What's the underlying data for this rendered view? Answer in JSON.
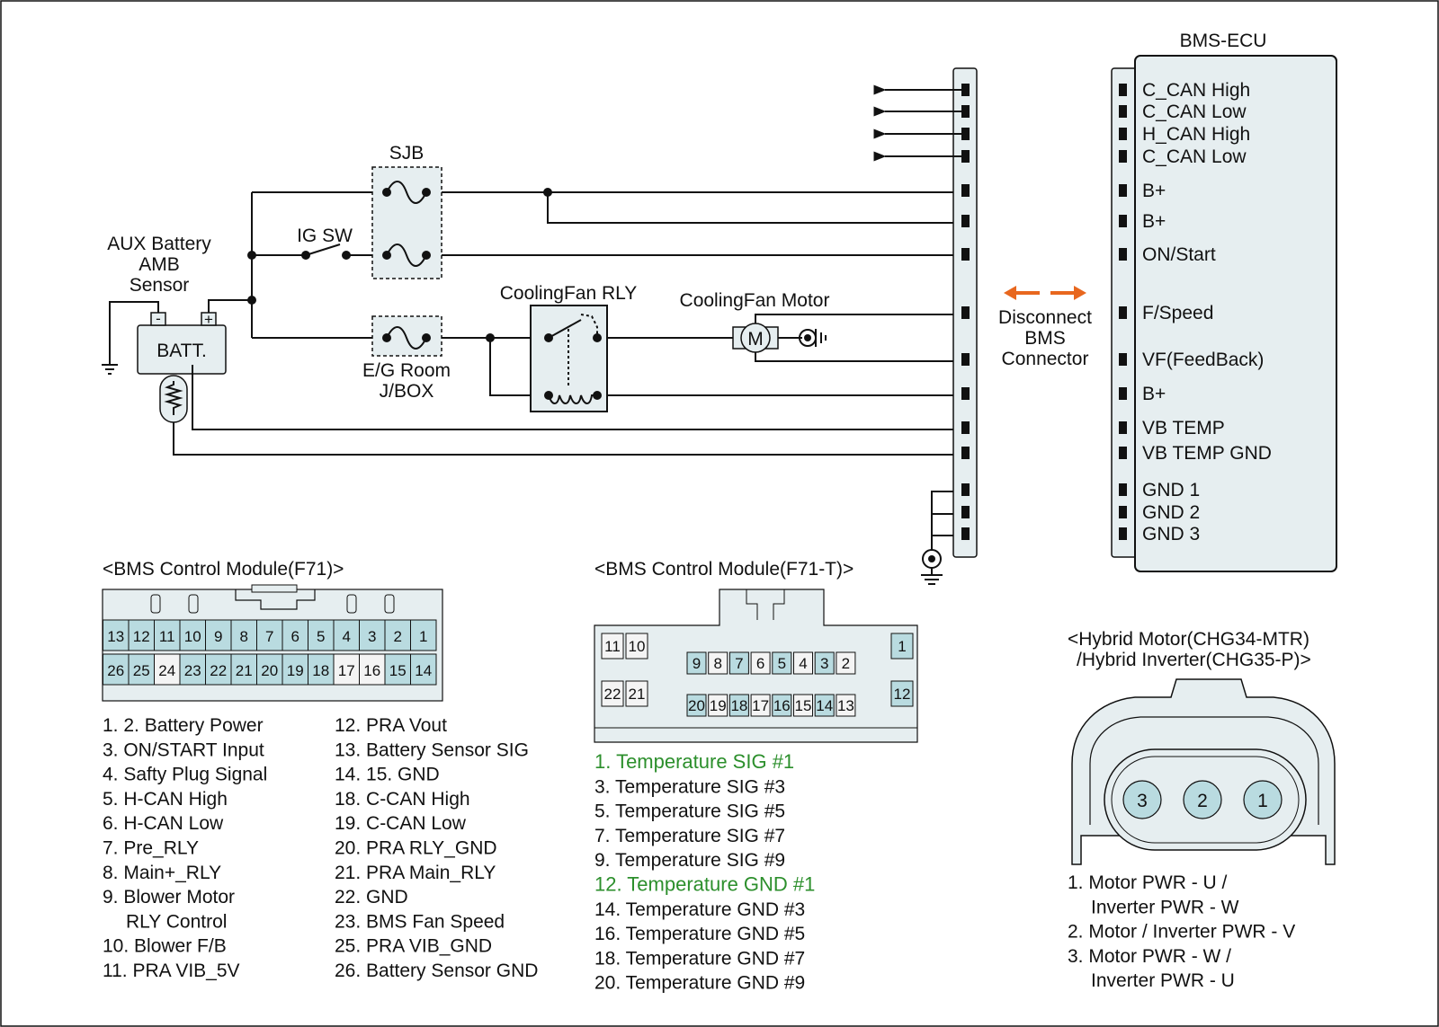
{
  "colors": {
    "pin_fill": "#b9dbe0",
    "panel_fill": "#e8eff0",
    "highlight_text": "#2c8f2c",
    "arrow": "#e8671e",
    "line": "#111111"
  },
  "circuit": {
    "battery_label": "BATT.",
    "battery_minus": "-",
    "battery_plus": "+",
    "amb_sensor_label": [
      "AUX Battery",
      "AMB",
      "Sensor"
    ],
    "ig_sw_label": "IG SW",
    "sjb_label": "SJB",
    "jbox_label": [
      "E/G Room",
      "J/BOX"
    ],
    "cooling_fan_rly_label": "CoolingFan RLY",
    "cooling_fan_motor_label": "CoolingFan Motor",
    "motor_symbol": "M",
    "disconnect_label": [
      "Disconnect",
      "BMS",
      "Connector"
    ]
  },
  "bms_ecu": {
    "title": "BMS-ECU",
    "pins": [
      "C_CAN High",
      "C_CAN Low",
      "H_CAN High",
      "C_CAN Low",
      "B+",
      "B+",
      "ON/Start",
      "F/Speed",
      "VF(FeedBack)",
      "B+",
      "VB TEMP",
      "VB TEMP GND",
      "GND 1",
      "GND 2",
      "GND 3"
    ]
  },
  "f71": {
    "title": "<BMS Control Module(F71)>",
    "top_row": [
      "13",
      "12",
      "11",
      "10",
      "9",
      "8",
      "7",
      "6",
      "5",
      "4",
      "3",
      "2",
      "1"
    ],
    "bottom_row": [
      "26",
      "25",
      "24",
      "23",
      "22",
      "21",
      "20",
      "19",
      "18",
      "17",
      "16",
      "15",
      "14"
    ],
    "legend_left": [
      "1. 2. Battery Power",
      "3. ON/START Input",
      "4. Safty Plug Signal",
      "5. H-CAN High",
      "6. H-CAN Low",
      "7. Pre_RLY",
      "8. Main+_RLY",
      "9. Blower Motor",
      "    RLY Control",
      "10. Blower F/B",
      "11. PRA VIB_5V"
    ],
    "legend_right": [
      "12. PRA Vout",
      "13. Battery Sensor SIG",
      "14. 15. GND",
      "18. C-CAN High",
      "19. C-CAN Low",
      "20. PRA RLY_GND",
      "21. PRA Main_RLY",
      "22. GND",
      "23. BMS Fan Speed",
      "25. PRA VIB_GND",
      "26. Battery Sensor GND"
    ]
  },
  "f71t": {
    "title": "<BMS Control Module(F71-T)>",
    "side_top": [
      "11",
      "10"
    ],
    "side_bottom": [
      "22",
      "21"
    ],
    "top_row": [
      "9",
      "8",
      "7",
      "6",
      "5",
      "4",
      "3",
      "2"
    ],
    "bottom_row": [
      "20",
      "19",
      "18",
      "17",
      "16",
      "15",
      "14",
      "13"
    ],
    "right_top": "1",
    "right_bottom": "12",
    "legend": [
      {
        "text": "1. Temperature SIG #1",
        "highlight": true
      },
      {
        "text": "3. Temperature SIG #3",
        "highlight": false
      },
      {
        "text": "5. Temperature SIG #5",
        "highlight": false
      },
      {
        "text": "7. Temperature SIG #7",
        "highlight": false
      },
      {
        "text": "9. Temperature SIG #9",
        "highlight": false
      },
      {
        "text": "12. Temperature GND #1",
        "highlight": true
      },
      {
        "text": "14. Temperature GND #3",
        "highlight": false
      },
      {
        "text": "16. Temperature GND #5",
        "highlight": false
      },
      {
        "text": "18. Temperature GND #7",
        "highlight": false
      },
      {
        "text": "20. Temperature GND #9",
        "highlight": false
      }
    ]
  },
  "hybrid": {
    "title": [
      "<Hybrid Motor(CHG34-MTR)",
      "/Hybrid Inverter(CHG35-P)>"
    ],
    "pins": [
      "3",
      "2",
      "1"
    ],
    "legend": [
      "1. Motor PWR - U /",
      "    Inverter PWR - W",
      "2. Motor / Inverter PWR - V",
      "3. Motor PWR - W /",
      "    Inverter PWR - U"
    ]
  }
}
